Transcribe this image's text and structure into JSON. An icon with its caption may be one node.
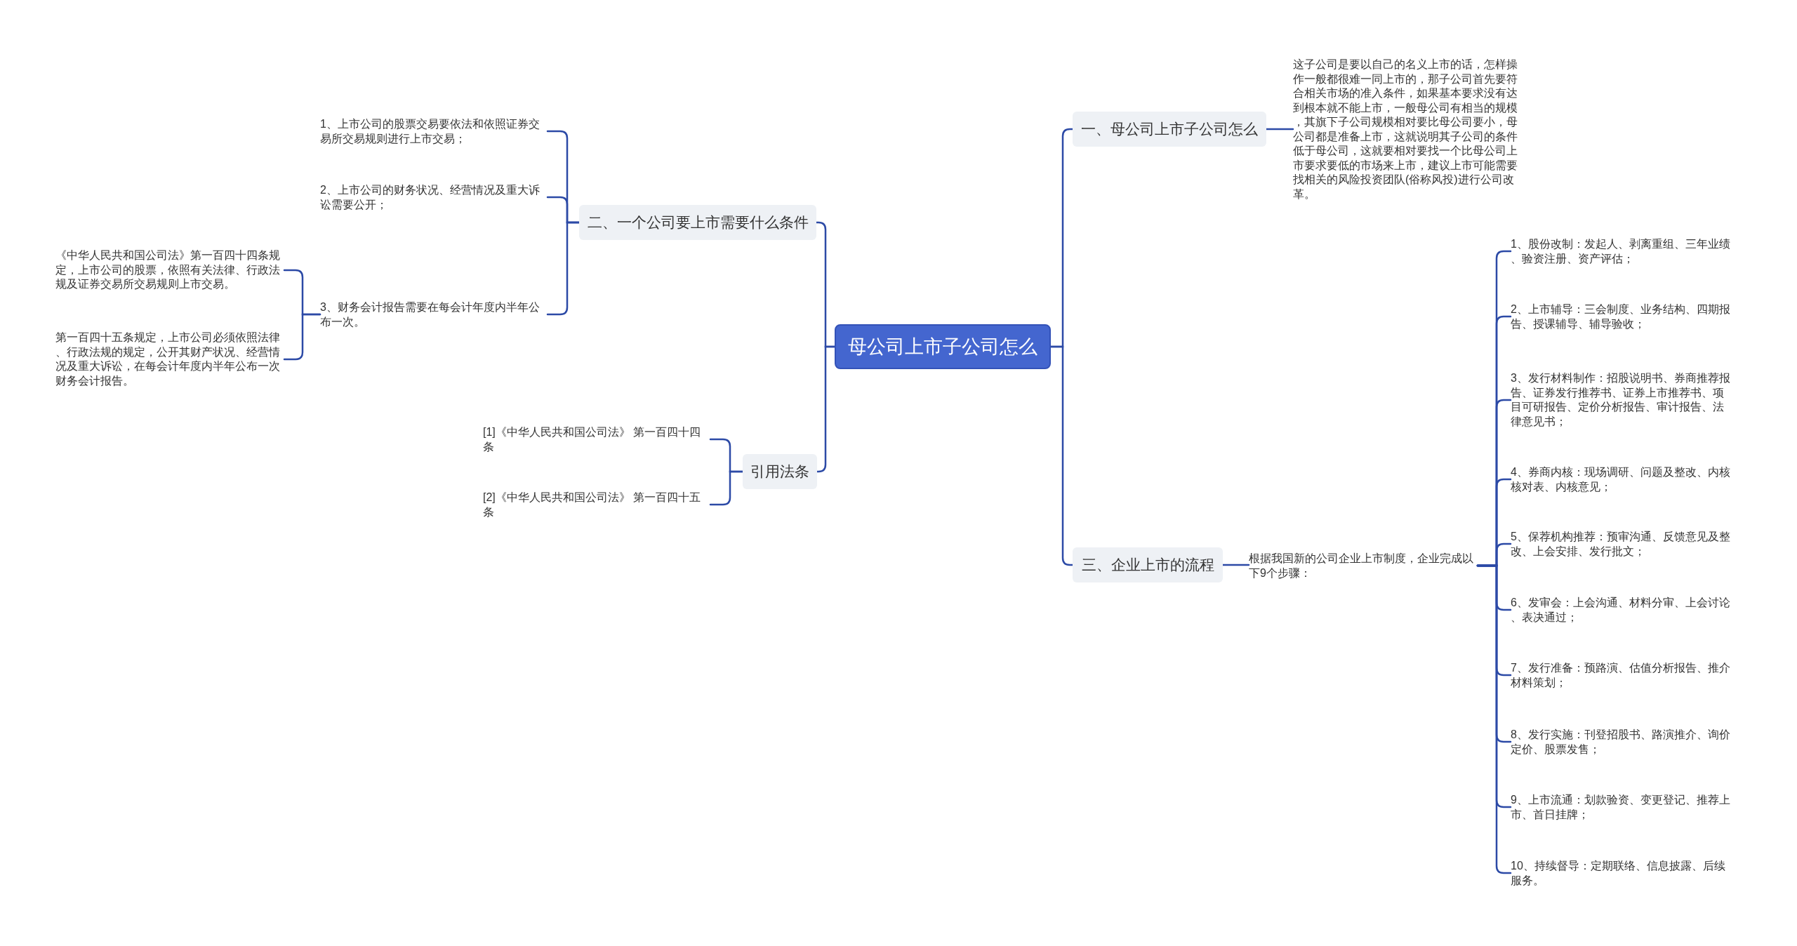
{
  "diagram": {
    "nodes": [
      {
        "text": [
          "母公司上市子公司怎么"
        ]
      },
      {
        "text": [
          "一、母公司上市子公司怎么"
        ]
      },
      {
        "text": [
          "这子公司是要以自己的名义上市的话，怎样操作一般都很难一同上市的，那子公司首先要符合相关市场的准入条件，如果基本要求没有达到根本就不能上市，一般母公司有相当的规模，其旗下子公司规模相对要比母公司要小，母公司都是准备上市，这就说明其子公司的条件低于母公司，这就要相对要找一个比母公司上市要求要低的市场来上市，建议上市可能需要找相关的风险投资团队(俗称风投)进行公司改革。"
        ]
      },
      {
        "text": [
          "二、一个公司要上市需要什么条件"
        ]
      },
      {
        "text": [
          "1、上市公司的股票交易要依法和依照证券交易所交易规则进行上市交易；"
        ]
      },
      {
        "text": [
          "2、上市公司的财务状况、经营情况及重大诉讼需要公开；"
        ]
      },
      {
        "text": [
          "3、财务会计报告需要在每会计年度内半年公布一次。"
        ]
      },
      {
        "text": [
          "《中华人民共和国公司法》第一百四十四条规定，上市公司的股票，依照有关法律、行政法规及证券交易所交易规则上市交易。"
        ]
      },
      {
        "text": [
          "第一百四十五条规定，上市公司必须依照法律、行政法规的规定，公开其财产状况、经营情况及重大诉讼，在每会计年度内半年公布一次财务会计报告。"
        ]
      },
      {
        "text": [
          "三、企业上市的流程"
        ]
      },
      {
        "text": [
          "根据我国新的公司企业上市制度，企业完成以下9个步骤："
        ]
      },
      {
        "text": [
          "1、股份改制：发起人、剥离重组、三年业绩、验资注册、资产评估；"
        ]
      },
      {
        "text": [
          "2、上市辅导：三会制度、业务结构、四期报告、授课辅导、辅导验收；"
        ]
      },
      {
        "text": [
          "3、发行材料制作：招股说明书、券商推荐报告、证券发行推荐书、证券上市推荐书、项目可研报告、定价分析报告、审计报告、法律意见书；"
        ]
      },
      {
        "text": [
          "4、券商内核：现场调研、问题及整改、内核核对表、内核意见；"
        ]
      },
      {
        "text": [
          "5、保荐机构推荐：预审沟通、反馈意见及整改、上会安排、发行批文；"
        ]
      },
      {
        "text": [
          "6、发审会：上会沟通、材料分审、上会讨论、表决通过；"
        ]
      },
      {
        "text": [
          "7、发行准备：预路演、估值分析报告、推介材料策划；"
        ]
      },
      {
        "text": [
          "8、发行实施：刊登招股书、路演推介、询价定价、股票发售；"
        ]
      },
      {
        "text": [
          "9、上市流通：划款验资、变更登记、推荐上市、首日挂牌；"
        ]
      },
      {
        "text": [
          "10、持续督导：定期联络、信息披露、后续服务。"
        ]
      },
      {
        "text": [
          "引用法条"
        ]
      },
      {
        "text": [
          "[1]《中华人民共和国公司法》 第一百四十四条"
        ]
      },
      {
        "text": [
          "[2]《中华人民共和国公司法》 第一百四十五条"
        ]
      }
    ],
    "edges": [
      {
        "from": 0,
        "to": 1,
        "arrow": "none"
      },
      {
        "from": 1,
        "to": 2,
        "arrow": "none"
      },
      {
        "from": 0,
        "to": 3,
        "arrow": "none"
      },
      {
        "from": 3,
        "to": 4,
        "arrow": "none"
      },
      {
        "from": 3,
        "to": 5,
        "arrow": "none"
      },
      {
        "from": 3,
        "to": 6,
        "arrow": "none"
      },
      {
        "from": 6,
        "to": 7,
        "arrow": "none"
      },
      {
        "from": 6,
        "to": 8,
        "arrow": "none"
      },
      {
        "from": 0,
        "to": 9,
        "arrow": "none"
      },
      {
        "from": 9,
        "to": 10,
        "arrow": "none"
      },
      {
        "from": 10,
        "to": 11,
        "arrow": "none"
      },
      {
        "from": 10,
        "to": 12,
        "arrow": "none"
      },
      {
        "from": 10,
        "to": 13,
        "arrow": "none"
      },
      {
        "from": 10,
        "to": 14,
        "arrow": "none"
      },
      {
        "from": 10,
        "to": 15,
        "arrow": "none"
      },
      {
        "from": 10,
        "to": 16,
        "arrow": "none"
      },
      {
        "from": 10,
        "to": 17,
        "arrow": "none"
      },
      {
        "from": 10,
        "to": 18,
        "arrow": "none"
      },
      {
        "from": 10,
        "to": 19,
        "arrow": "none"
      },
      {
        "from": 10,
        "to": 20,
        "arrow": "none"
      },
      {
        "from": 0,
        "to": 21,
        "arrow": "none"
      },
      {
        "from": 21,
        "to": 22,
        "arrow": "none"
      },
      {
        "from": 21,
        "to": 23,
        "arrow": "none"
      }
    ]
  }
}
